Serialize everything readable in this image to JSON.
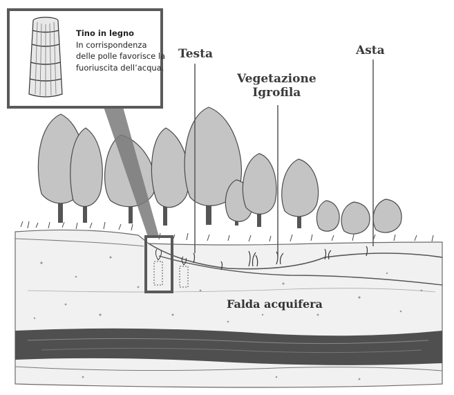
{
  "labels": {
    "testa": "Testa",
    "asta": "Asta",
    "vegetazione_line1": "Vegetazione",
    "vegetazione_line2": "Igrofila",
    "falda": "Falda acquifera"
  },
  "inset": {
    "title": "Tino in legno",
    "description": "In corrispondenza delle polle favorisce la fuoriuscita dell’acqua."
  },
  "colors": {
    "frame": "#5a5a5a",
    "ink": "#3a3a3a",
    "water_layer": "#4a4a4a",
    "soil": "#ececec",
    "tree_fill": "#bdbdbd"
  }
}
